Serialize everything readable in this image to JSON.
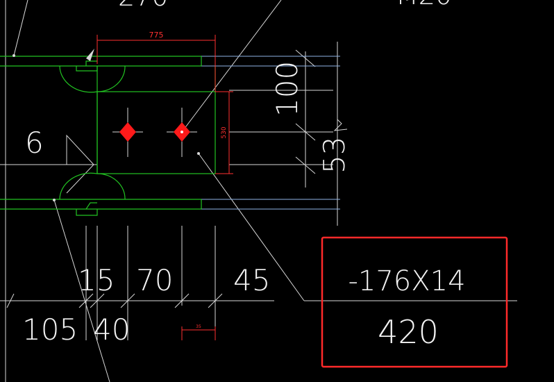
{
  "drawing": {
    "background": "#000000",
    "colors": {
      "steel": "#22c322",
      "red_dimension": "#ff3030",
      "blue_line": "#8fb4e6",
      "white_line": "#d8d8d8",
      "highlight_box": "#ff2a2a"
    },
    "top_partial_left": "270",
    "top_partial_right": "M20",
    "dim_top_red": "775",
    "dim_vertical_red": "530",
    "dim_bottom_red": "35",
    "weld_size": "6",
    "dim_right_100": "100",
    "dim_right_53": "53",
    "bottom_15": "15",
    "bottom_70": "70",
    "bottom_45": "45",
    "bottom_105": "105",
    "bottom_40": "40",
    "plate_spec": "-176X14",
    "plate_length": "420"
  }
}
